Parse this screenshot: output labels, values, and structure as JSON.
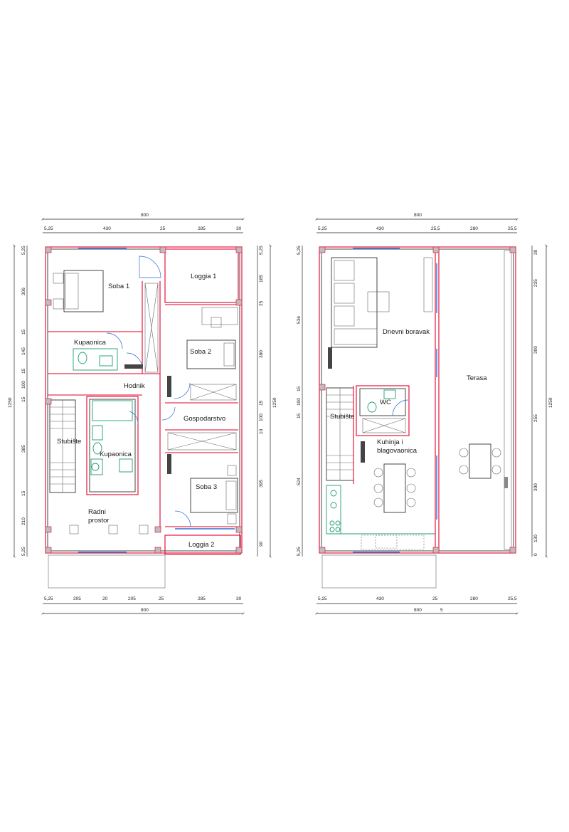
{
  "plans": [
    {
      "id": "ground-floor",
      "rooms": [
        {
          "key": "soba1",
          "label": "Soba 1"
        },
        {
          "key": "loggia1",
          "label": "Loggia 1"
        },
        {
          "key": "kupaonica1",
          "label": "Kupaonica"
        },
        {
          "key": "soba2",
          "label": "Soba 2"
        },
        {
          "key": "hodnik",
          "label": "Hodnik"
        },
        {
          "key": "gospodarstvo",
          "label": "Gospodarstvo"
        },
        {
          "key": "stubiste",
          "label": "Stubište"
        },
        {
          "key": "kupaonica2",
          "label": "Kupaonica"
        },
        {
          "key": "soba3",
          "label": "Soba 3"
        },
        {
          "key": "radni1",
          "label": "Radni"
        },
        {
          "key": "radni2",
          "label": "prostor"
        },
        {
          "key": "loggia2",
          "label": "Loggia 2"
        }
      ],
      "dims": {
        "top_total": "800",
        "top_segments": [
          "5,25",
          "430",
          "25",
          "285",
          "30"
        ],
        "bottom_total": "800",
        "bottom_segments": [
          "5,25",
          "205",
          "20",
          "205",
          "25",
          "285",
          "30"
        ],
        "left_total": "1250",
        "left_segments": [
          "5,25",
          "306",
          "15",
          "145",
          "15",
          "100",
          "15",
          "385",
          "15",
          "210",
          "5,25"
        ],
        "right_total": "1250",
        "right_segments": [
          "5,25",
          "185",
          "25",
          "380",
          "15",
          "100",
          "10",
          "395",
          "90"
        ]
      }
    },
    {
      "id": "upper-floor",
      "rooms": [
        {
          "key": "dnevni",
          "label": "Dnevni boravak"
        },
        {
          "key": "terasa",
          "label": "Terasa"
        },
        {
          "key": "wc",
          "label": "WC"
        },
        {
          "key": "stubiste",
          "label": "Stubište"
        },
        {
          "key": "kuhinja1",
          "label": "Kuhinja i"
        },
        {
          "key": "kuhinja2",
          "label": "blagovaonica"
        }
      ],
      "dims": {
        "top_total": "800",
        "top_segments": [
          "5,25",
          "430",
          "25,5",
          "280",
          "25,5"
        ],
        "bottom_total": "800",
        "bottom_segments": [
          "5,25",
          "430",
          "25",
          "280",
          "25,5"
        ],
        "bottom_extra": "5",
        "left_total": "1250",
        "left_segments": [
          "5,25",
          "536",
          "15",
          "100",
          "15",
          "524",
          "5,25"
        ],
        "right_total": "1250",
        "right_segments": [
          "30",
          "235",
          "300",
          "255",
          "300",
          "130",
          "0"
        ]
      }
    }
  ]
}
